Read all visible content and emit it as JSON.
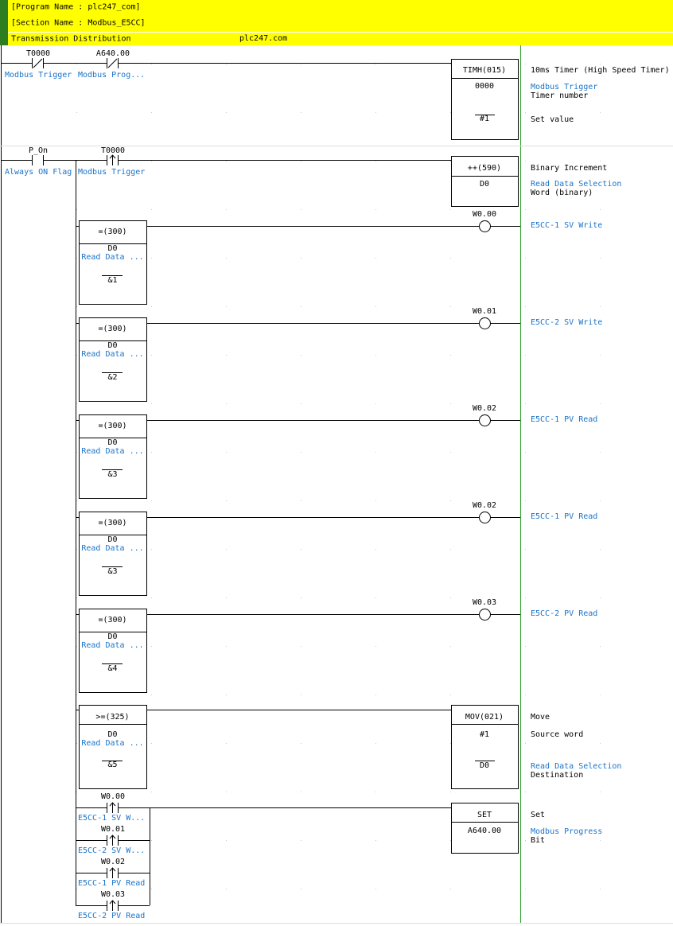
{
  "header": {
    "program_name": "[Program Name : plc247_com]",
    "section_name": "[Section Name : Modbus_E5CC]",
    "rung_comment": "Transmission Distribution",
    "site": "plc247.com"
  },
  "rung1": {
    "contact1": {
      "address": "T0000",
      "comment": "Modbus Trigger"
    },
    "contact2": {
      "address": "A640.00",
      "comment": "Modbus Prog..."
    },
    "instr": {
      "name": "TIMH(015)",
      "op1": "0000",
      "op2": "#1"
    },
    "desc": {
      "title": "10ms Timer (High Speed Timer)",
      "op1_comment": "Modbus Trigger",
      "op1_label": "Timer number",
      "op2_label": "Set value"
    }
  },
  "rung2": {
    "contact1": {
      "address": "P_On",
      "comment": "Always ON Flag"
    },
    "contact2": {
      "address": "T0000",
      "comment": "Modbus Trigger"
    },
    "increment": {
      "name": "++(590)",
      "op": "D0",
      "title": "Binary Increment",
      "op_comment": "Read Data Selection",
      "op_label": "Word (binary)"
    },
    "compares": [
      {
        "name": "=(300)",
        "op1": "D0",
        "op1_comment": "Read Data ...",
        "op2": "&1",
        "coil": "W0.00",
        "coil_comment": "E5CC-1 SV Write"
      },
      {
        "name": "=(300)",
        "op1": "D0",
        "op1_comment": "Read Data ...",
        "op2": "&2",
        "coil": "W0.01",
        "coil_comment": "E5CC-2 SV Write"
      },
      {
        "name": "=(300)",
        "op1": "D0",
        "op1_comment": "Read Data ...",
        "op2": "&3",
        "coil": "W0.02",
        "coil_comment": "E5CC-1 PV Read"
      },
      {
        "name": "=(300)",
        "op1": "D0",
        "op1_comment": "Read Data ...",
        "op2": "&3",
        "coil": "W0.02",
        "coil_comment": "E5CC-1 PV Read"
      },
      {
        "name": "=(300)",
        "op1": "D0",
        "op1_comment": "Read Data ...",
        "op2": "&4",
        "coil": "W0.03",
        "coil_comment": "E5CC-2 PV Read"
      }
    ],
    "compare_ge": {
      "name": ">=(325)",
      "op1": "D0",
      "op1_comment": "Read Data ...",
      "op2": "&5"
    },
    "mov": {
      "name": "MOV(021)",
      "op1": "#1",
      "op2": "D0",
      "title": "Move",
      "op1_label": "Source word",
      "op2_comment": "Read Data Selection",
      "op2_label": "Destination"
    },
    "or_contacts": [
      {
        "address": "W0.00",
        "comment": "E5CC-1 SV W..."
      },
      {
        "address": "W0.01",
        "comment": "E5CC-2 SV W..."
      },
      {
        "address": "W0.02",
        "comment": "E5CC-1 PV Read"
      },
      {
        "address": "W0.03",
        "comment": "E5CC-2 PV Read"
      }
    ],
    "set": {
      "name": "SET",
      "op": "A640.00",
      "title": "Set",
      "op_comment": "Modbus Progress",
      "op_label": "Bit"
    }
  },
  "colors": {
    "header_bg": "#ffff00",
    "header_accent": "#2e7d20",
    "right_rail": "#2e9e2e",
    "comment": "#1a73c9"
  }
}
